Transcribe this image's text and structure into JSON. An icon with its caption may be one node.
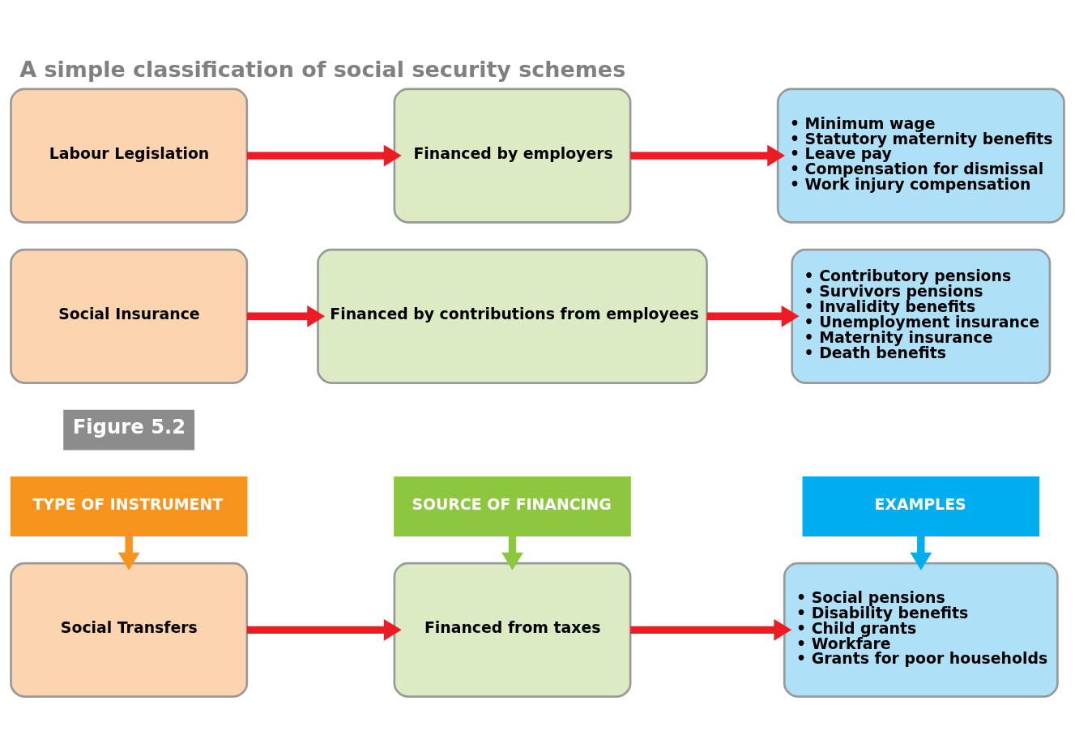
{
  "diagram": {
    "title": "A simple classification of social security schemes",
    "nodes": [
      {
        "text": [
          "TYPE OF INSTRUMENT"
        ]
      },
      {
        "text": [
          "SOURCE OF FINANCING"
        ]
      },
      {
        "text": [
          "EXAMPLES"
        ]
      },
      {
        "text": [
          "Social Transfers"
        ]
      },
      {
        "text": [
          "Financed from taxes"
        ]
      },
      {
        "text": [
          "• Social pensions",
          "• Disability benefits",
          "• Child grants",
          "• Workfare",
          "• Grants for poor households"
        ]
      },
      {
        "text": [
          "Social Insurance"
        ]
      },
      {
        "text": [
          "Financed by contributions from employees"
        ]
      },
      {
        "text": [
          "• Contributory pensions",
          "• Survivors pensions",
          "• Invalidity benefits",
          "• Unemployment insurance",
          "• Maternity insurance",
          "• Death benefits"
        ]
      },
      {
        "text": [
          "Labour Legislation"
        ]
      },
      {
        "text": [
          "Financed by employers"
        ]
      },
      {
        "text": [
          "• Minimum wage",
          "• Statutory maternity benefits",
          "• Leave pay",
          "• Compensation for dismissal",
          "• Work injury compensation"
        ]
      }
    ],
    "edges": [
      {
        "from": 0,
        "to": 3,
        "arrow": "to",
        "color": "#f7941d"
      },
      {
        "from": 1,
        "to": 4,
        "arrow": "to",
        "color": "#8dc63f"
      },
      {
        "from": 2,
        "to": 5,
        "arrow": "to",
        "color": "#00aeef"
      },
      {
        "from": 3,
        "to": 4,
        "arrow": "to"
      },
      {
        "from": 4,
        "to": 5,
        "arrow": "to"
      },
      {
        "from": 6,
        "to": 7,
        "arrow": "to"
      },
      {
        "from": 7,
        "to": 8,
        "arrow": "to"
      },
      {
        "from": 9,
        "to": 10,
        "arrow": "to"
      },
      {
        "from": 10,
        "to": 11,
        "arrow": "to"
      }
    ],
    "labels": [
      "Figure 5.2"
    ]
  }
}
